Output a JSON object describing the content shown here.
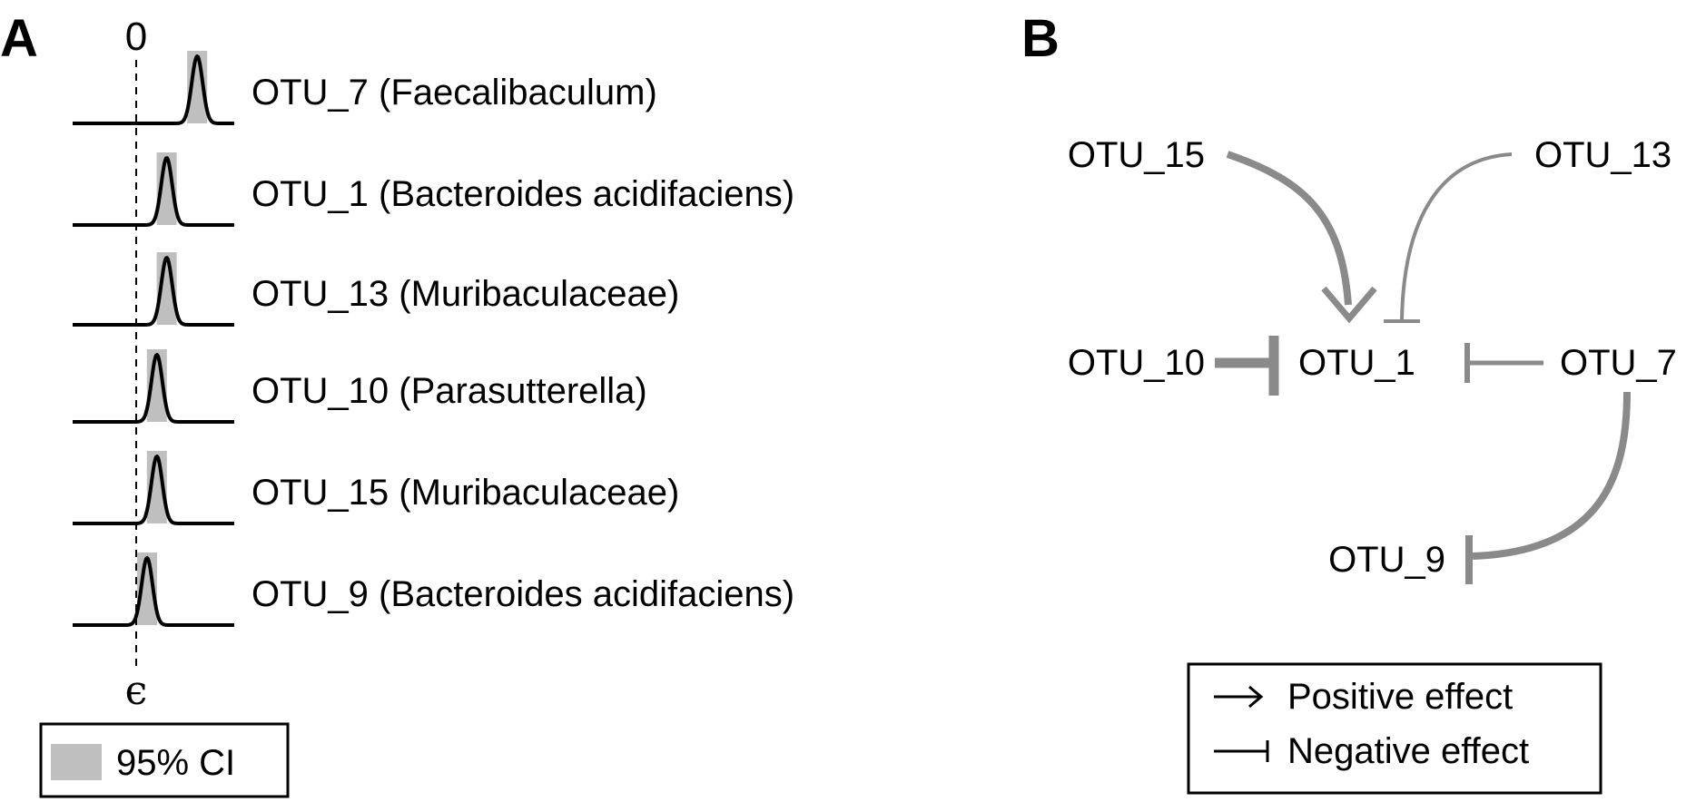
{
  "panel_a": {
    "label": "A",
    "zero_label": "0",
    "epsilon_label": "ϵ",
    "rows": [
      {
        "label": "OTU_7 (Faecalibaculum)",
        "peak": 0.56
      },
      {
        "label": "OTU_1 (Bacteroides acidifaciens)",
        "peak": 0.28
      },
      {
        "label": "OTU_13 (Muribaculaceae)",
        "peak": 0.28
      },
      {
        "label": "OTU_10 (Parasutterella)",
        "peak": 0.19
      },
      {
        "label": "OTU_15 (Muribaculaceae)",
        "peak": 0.19
      },
      {
        "label": "OTU_9 (Bacteroides acidifaciens)",
        "peak": 0.1
      }
    ],
    "legend": {
      "label": "95% CI",
      "color": "#bfbfbf"
    }
  },
  "panel_b": {
    "label": "B",
    "nodes": {
      "otu15": "OTU_15",
      "otu13": "OTU_13",
      "otu10": "OTU_10",
      "otu1": "OTU_1",
      "otu7": "OTU_7",
      "otu9": "OTU_9"
    },
    "edges": [
      {
        "from": "OTU_15",
        "to": "OTU_1",
        "effect": "positive"
      },
      {
        "from": "OTU_13",
        "to": "OTU_1",
        "effect": "negative"
      },
      {
        "from": "OTU_10",
        "to": "OTU_1",
        "effect": "negative"
      },
      {
        "from": "OTU_7",
        "to": "OTU_1",
        "effect": "negative"
      },
      {
        "from": "OTU_7",
        "to": "OTU_9",
        "effect": "negative"
      }
    ],
    "edge_color": "#8a8a8a",
    "legend": {
      "positive": "Positive effect",
      "negative": "Negative effect"
    }
  }
}
